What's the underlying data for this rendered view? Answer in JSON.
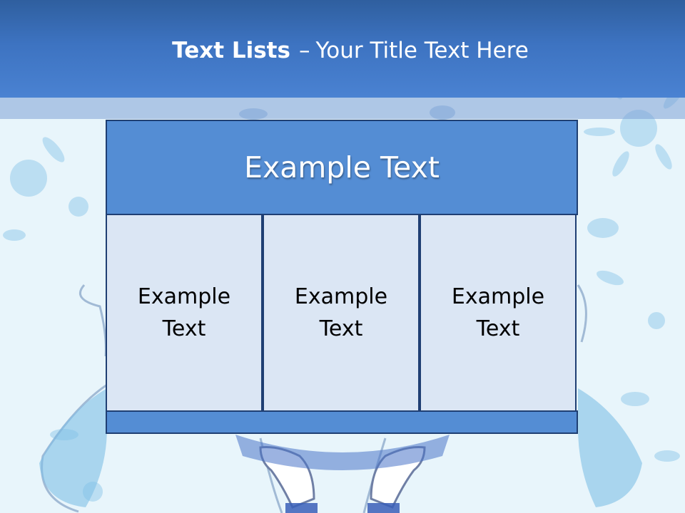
{
  "slide": {
    "title_bold": "Text Lists",
    "title_separator": "–",
    "title_rest": "Your Title Text Here"
  },
  "panel": {
    "header": "Example Text",
    "columns": [
      {
        "line1": "Example",
        "line2": "Text"
      },
      {
        "line1": "Example",
        "line2": "Text"
      },
      {
        "line1": "Example",
        "line2": "Text"
      }
    ]
  },
  "colors": {
    "title_bar": "#3d73c1",
    "header_fill": "#548dd4",
    "column_fill": "#dbe6f4",
    "border": "#1f3f73",
    "background": "#e6f4fa"
  }
}
